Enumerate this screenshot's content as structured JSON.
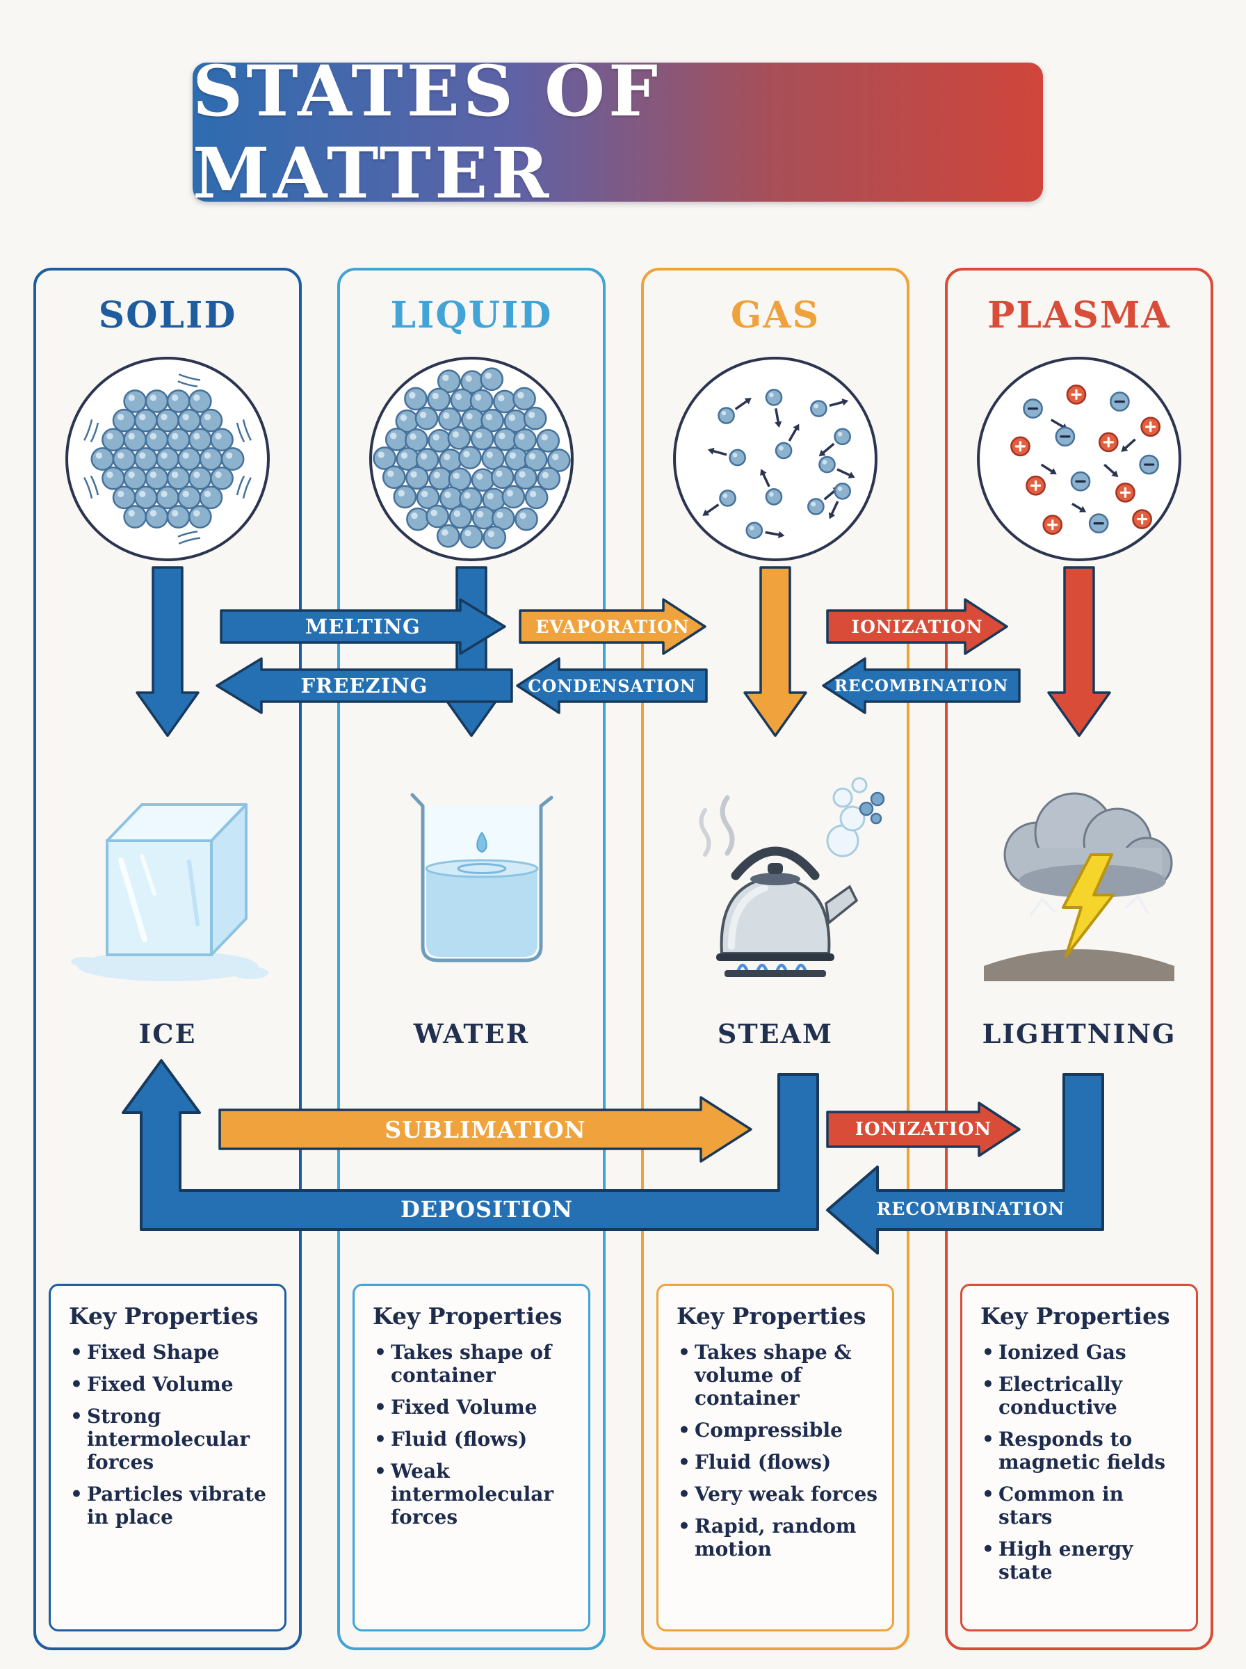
{
  "title": "STATES OF MATTER",
  "states": [
    {
      "name": "SOLID",
      "color": "#1d5d9f",
      "example": "ICE",
      "properties_title": "Key Properties",
      "properties": [
        "Fixed Shape",
        "Fixed Volume",
        "Strong intermolecular forces",
        "Particles vibrate in place"
      ]
    },
    {
      "name": "LIQUID",
      "color": "#41a3d6",
      "example": "WATER",
      "properties_title": "Key Properties",
      "properties": [
        "Takes shape of container",
        "Fixed Volume",
        "Fluid (flows)",
        "Weak intermolecular forces"
      ]
    },
    {
      "name": "GAS",
      "color": "#efa23b",
      "example": "STEAM",
      "properties_title": "Key Properties",
      "properties": [
        "Takes shape & volume of container",
        "Compressible",
        "Fluid (flows)",
        "Very weak forces",
        "Rapid, random motion"
      ]
    },
    {
      "name": "PLASMA",
      "color": "#d94c38",
      "example": "LIGHTNING",
      "properties_title": "Key Properties",
      "properties": [
        "Ionized Gas",
        "Electrically conductive",
        "Responds to magnetic fields",
        "Common in stars",
        "High energy state"
      ]
    }
  ],
  "transitions": {
    "melting": "MELTING",
    "freezing": "FREEZING",
    "evaporation": "EVAPORATION",
    "condensation": "CONDENSATION",
    "ionization_top": "IONIZATION",
    "recombination_top": "RECOMBINATION",
    "sublimation": "SUBLIMATION",
    "deposition": "DEPOSITION",
    "ionization_bottom": "IONIZATION",
    "recombination_bottom": "RECOMBINATION"
  },
  "colors": {
    "arrow_blue": "#2470b3",
    "arrow_orange": "#f0a33c",
    "arrow_red": "#d94c38",
    "arrow_outline": "#17395c",
    "dark_text": "#21304f",
    "particle_fill": "#8cb2ce",
    "particle_outline": "#46719a",
    "ion_positive_fill": "#e2603f",
    "ion_positive_outline": "#a33323",
    "banner_left": "#2e6cb0",
    "banner_right": "#d0453b"
  }
}
